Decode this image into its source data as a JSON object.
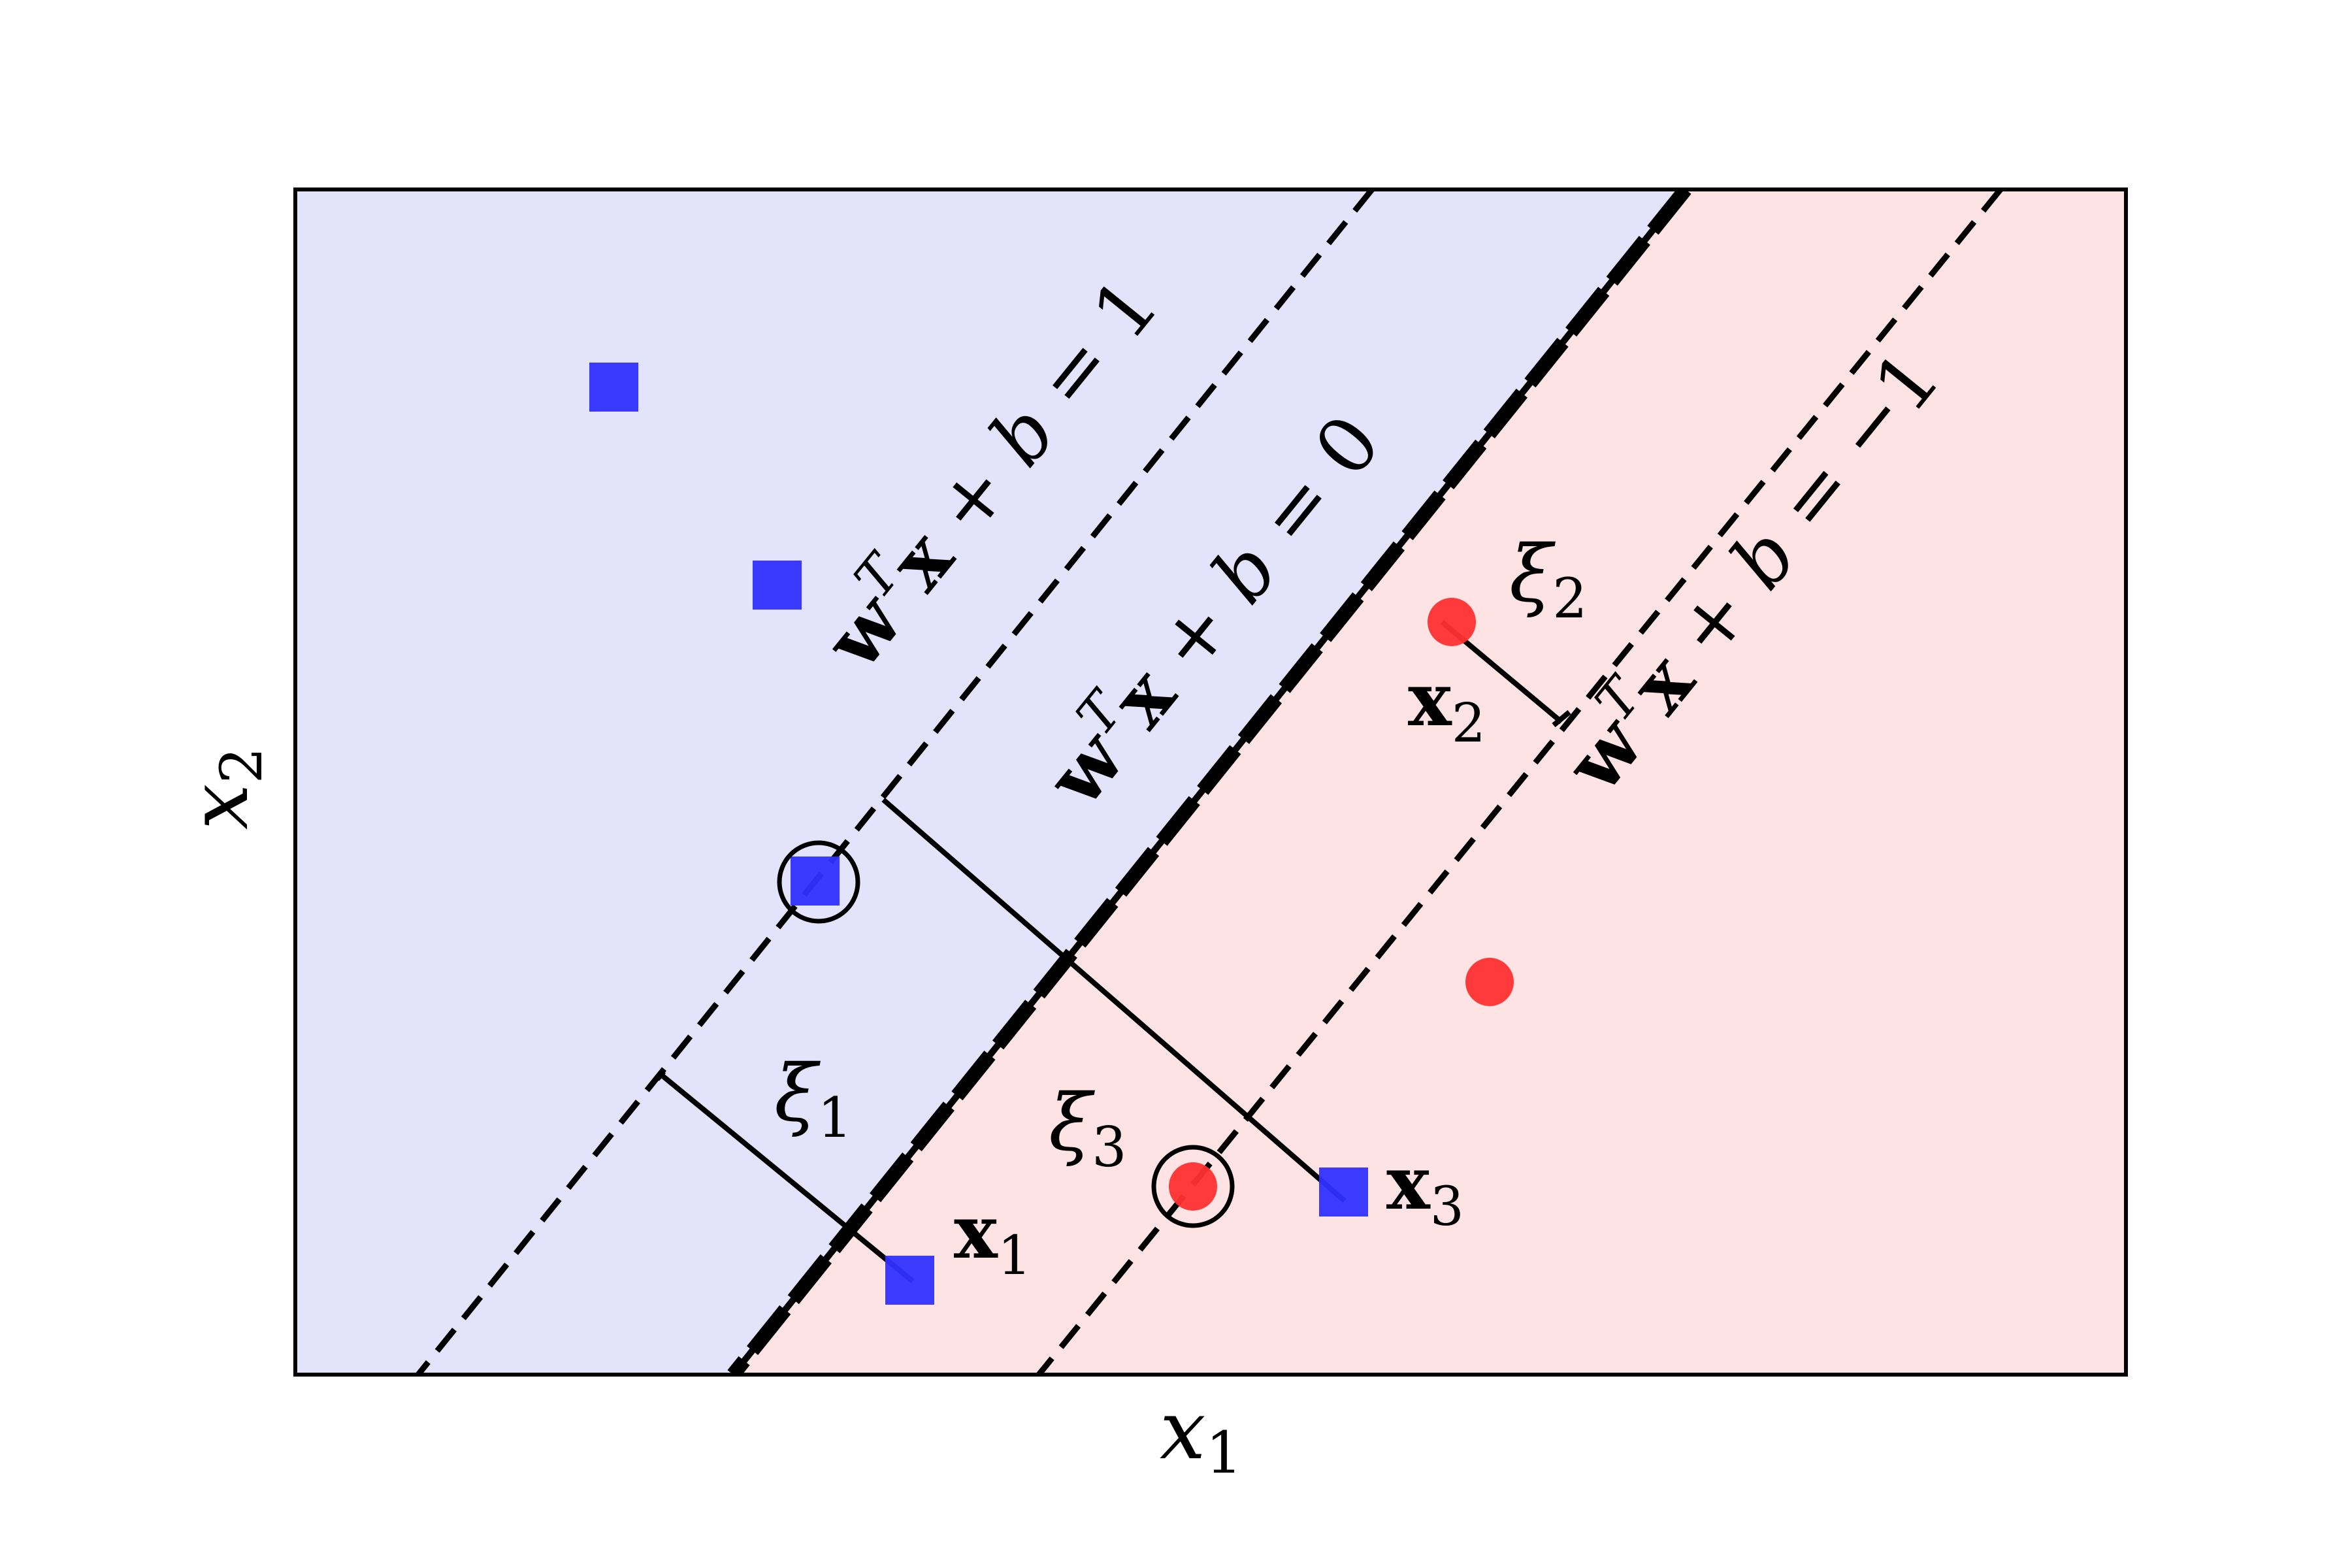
{
  "chart_data": {
    "type": "scatter",
    "title": "",
    "xlabel": "x_1",
    "ylabel": "x_2",
    "axes_ticks": "none",
    "regions": [
      {
        "name": "positive-class-region",
        "color": "#e3e3fb"
      },
      {
        "name": "negative-class-region",
        "color": "#fde3e3"
      }
    ],
    "lines": [
      {
        "name": "margin-plus",
        "label_parts": [
          "w",
          "T",
          "x",
          " + ",
          "b",
          " = 1"
        ],
        "style": "dashed"
      },
      {
        "name": "decision-boundary",
        "label_parts": [
          "w",
          "T",
          "x",
          " + ",
          "b",
          " = 0"
        ],
        "style": "thick-dashed"
      },
      {
        "name": "margin-minus",
        "label_parts": [
          "w",
          "T",
          "x",
          " + ",
          "b",
          " = −1"
        ],
        "style": "dashed"
      }
    ],
    "series": [
      {
        "name": "class +1",
        "marker": "square",
        "color": "#3030ff",
        "points": [
          {
            "id": "p1",
            "support_vector": false
          },
          {
            "id": "p2",
            "support_vector": false
          },
          {
            "id": "p3",
            "support_vector": true
          },
          {
            "id": "x1",
            "label": "x1",
            "slack": "ξ1"
          },
          {
            "id": "x3",
            "label": "x3",
            "slack": "ξ3"
          }
        ]
      },
      {
        "name": "class -1",
        "marker": "circle",
        "color": "#ff3030",
        "points": [
          {
            "id": "x2",
            "label": "x2",
            "slack": "ξ2"
          },
          {
            "id": "p4",
            "support_vector": false
          },
          {
            "id": "p5",
            "support_vector": true
          }
        ]
      }
    ]
  },
  "labels": {
    "xlabel": {
      "var": "x",
      "sub": "1"
    },
    "ylabel": {
      "var": "x",
      "sub": "2"
    },
    "line_plus": {
      "w": "w",
      "T": "T",
      "x": "x",
      "plus": " + ",
      "b": "b",
      "eq": " = 1"
    },
    "line_zero": {
      "w": "w",
      "T": "T",
      "x": "x",
      "plus": " + ",
      "b": "b",
      "eq": " = 0"
    },
    "line_minus": {
      "w": "w",
      "T": "T",
      "x": "x",
      "plus": " + ",
      "b": "b",
      "eq": " = −1"
    },
    "x1": {
      "var": "x",
      "sub": "1"
    },
    "x2": {
      "var": "x",
      "sub": "2"
    },
    "x3": {
      "var": "x",
      "sub": "3"
    },
    "xi1": {
      "var": "ξ",
      "sub": "1"
    },
    "xi2": {
      "var": "ξ",
      "sub": "2"
    },
    "xi3": {
      "var": "ξ",
      "sub": "3"
    }
  },
  "colors": {
    "blue_marker": "#3030ff",
    "red_marker": "#ff3030",
    "blue_region": "#e3e3fb",
    "red_region": "#fde3e3",
    "line": "#000000"
  }
}
